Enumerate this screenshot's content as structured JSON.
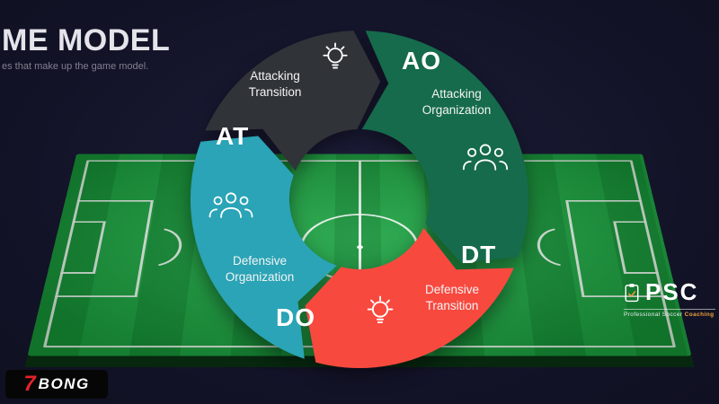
{
  "header": {
    "title": "ME MODEL",
    "subtitle": "es that make up the game model."
  },
  "cycle": {
    "segments": [
      {
        "id": "at",
        "abbr": "AT",
        "name": "Attacking Transition",
        "color": "#303338",
        "icon": "lightbulb-icon"
      },
      {
        "id": "ao",
        "abbr": "AO",
        "name": "Attacking Organization",
        "color": "#156b4b",
        "icon": "team-icon"
      },
      {
        "id": "dt",
        "abbr": "DT",
        "name": "Defensive Transition",
        "color": "#f8493f",
        "icon": "lightbulb-icon"
      },
      {
        "id": "do",
        "abbr": "DO",
        "name": "Defensive Organization",
        "color": "#2aa4b6",
        "icon": "team-icon"
      }
    ]
  },
  "field": {
    "stripe_dark": "#17923a",
    "stripe_light": "#1ea344",
    "line_color": "#ffffff"
  },
  "watermark": {
    "accent": "7",
    "text": "BONG",
    "accent_color": "#e62129"
  },
  "psc": {
    "abbr": "PSC",
    "tagline": "Professional Soccer",
    "tagline_accent": "Coaching",
    "accent_color": "#f2a03d"
  }
}
